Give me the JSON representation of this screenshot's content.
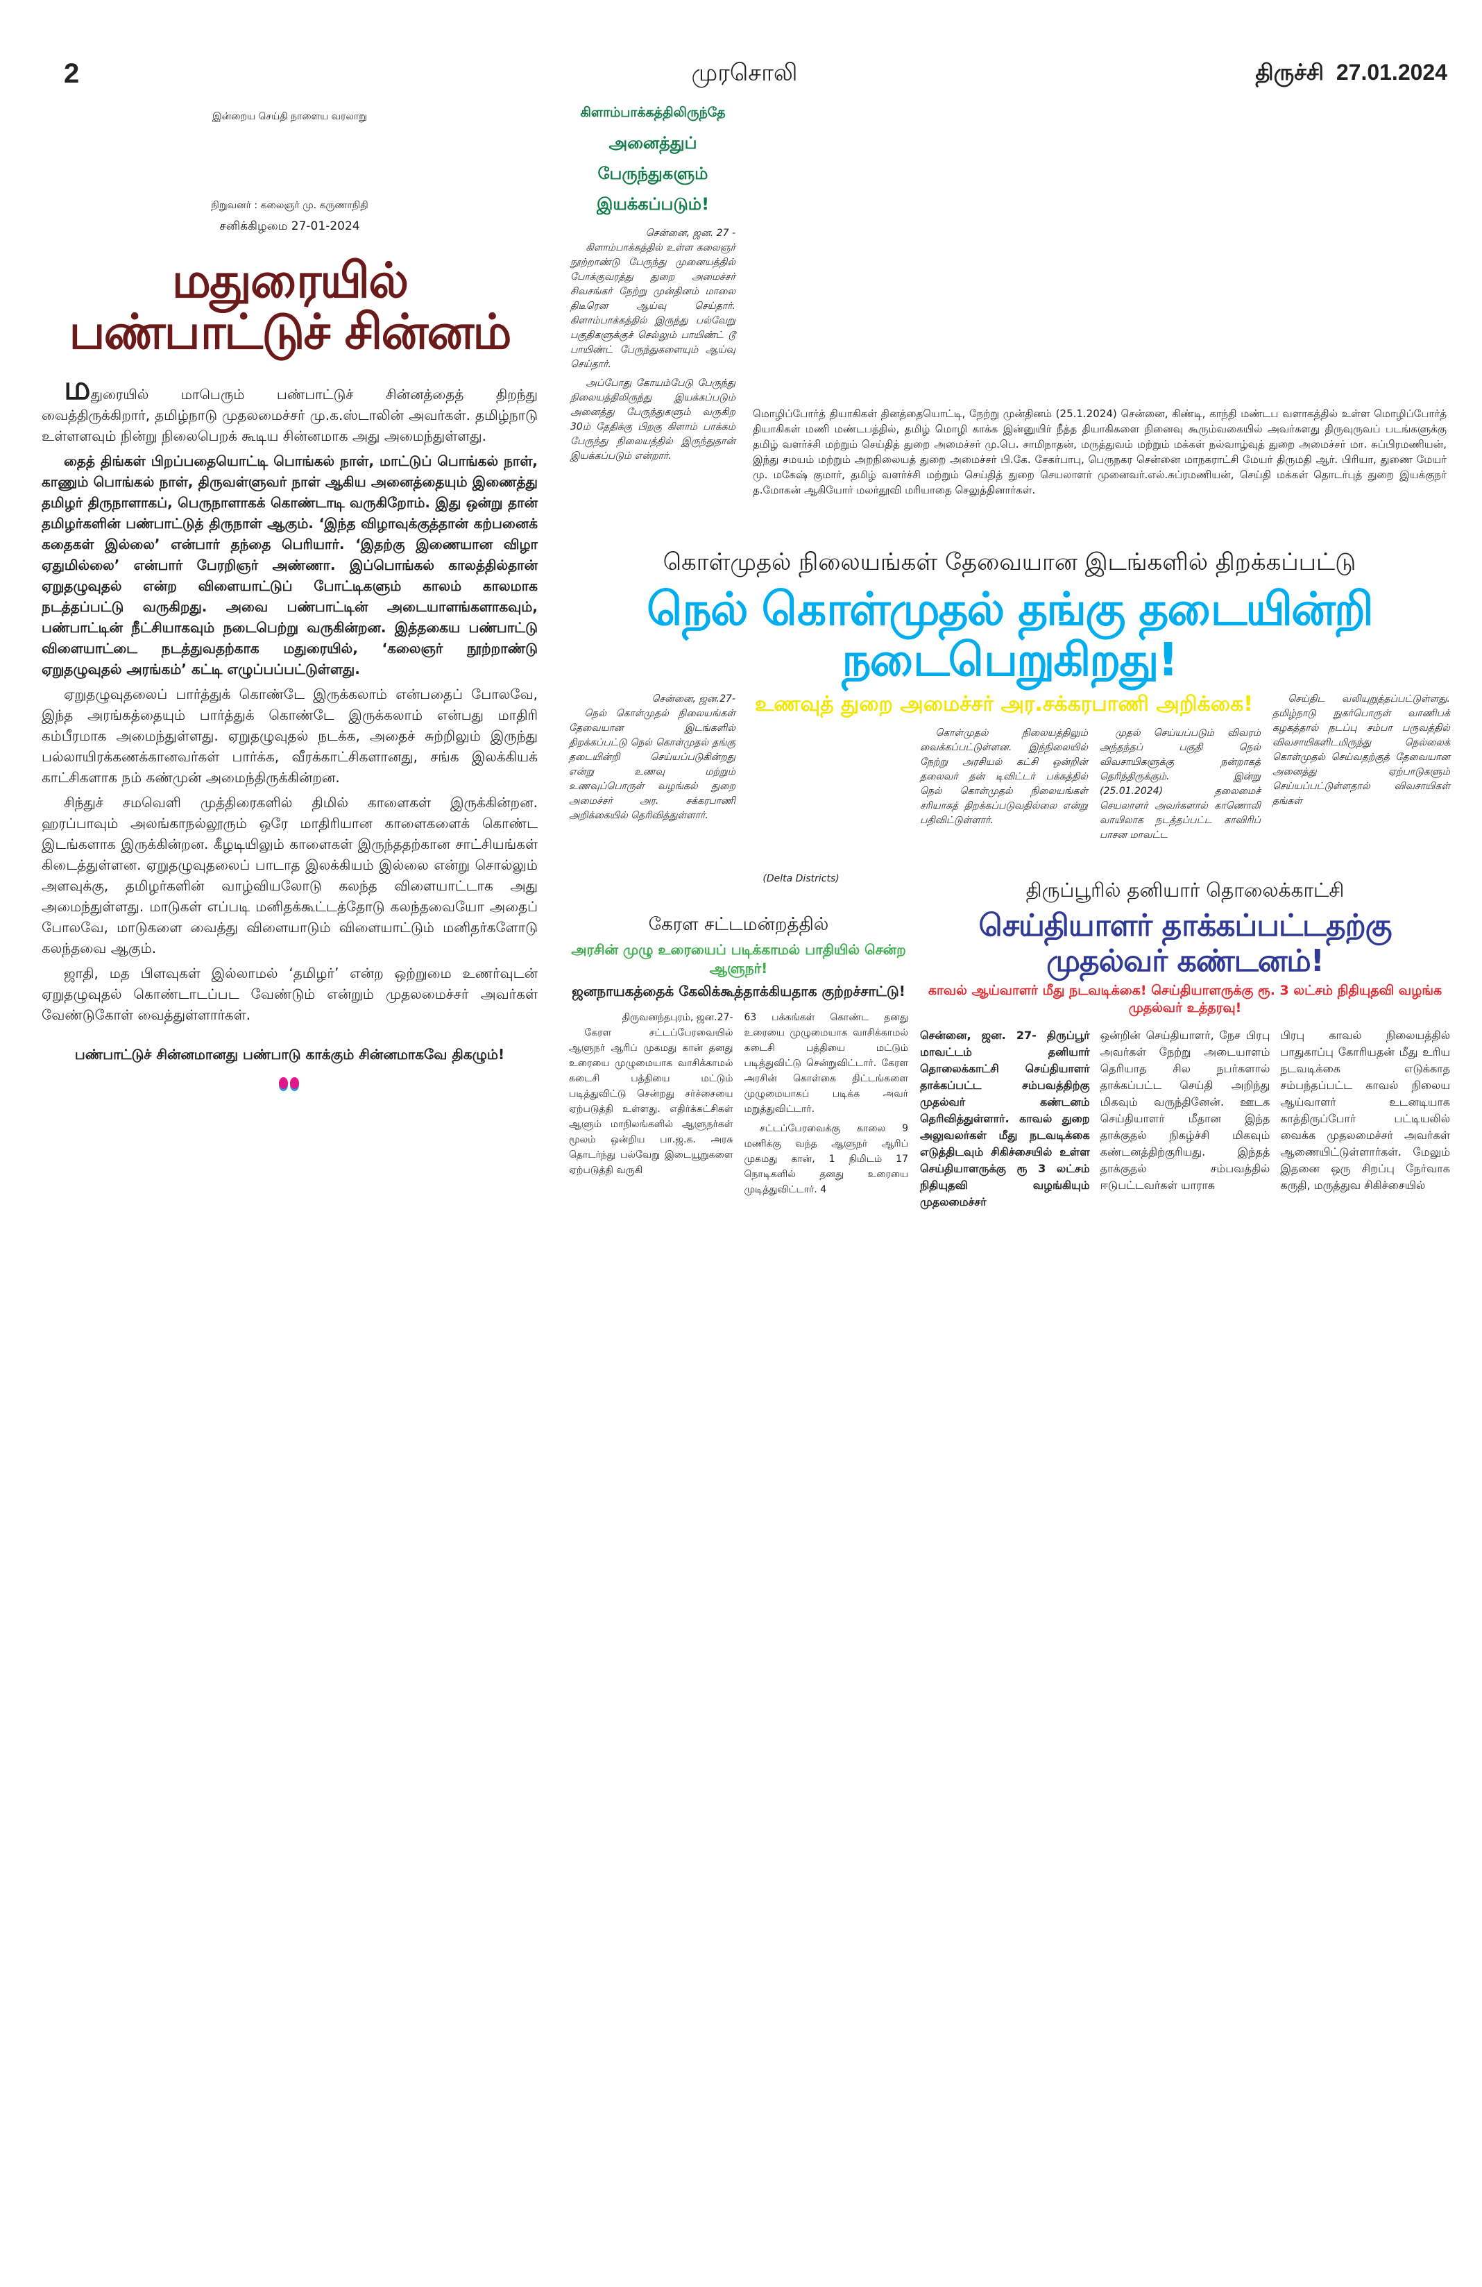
{
  "header": {
    "page_number": "2",
    "paper_name": "முரசொலி",
    "edition": "திருச்சி",
    "date": "27.01.2024"
  },
  "masthead": {
    "tagline": "இன்றைய செய்தி நாளைய வரலாறு",
    "founder": "நிறுவனர் : கலைஞர் மு. கருணாநிதி",
    "day_date": "சனிக்கிழமை 27-01-2024"
  },
  "editorial": {
    "title": "மதுரையில் பண்பாட்டுச் சின்னம்",
    "dropcap": "ம",
    "paragraphs": [
      {
        "text": "துரையில் மாபெரும் பண்பாட்டுச் சின்னத்தைத் திறந்து வைத்திருக்கிறார், தமிழ்நாடு முதலமைச்சர் மு.க.ஸ்டாலின் அவர்கள். தமிழ்நாடு உள்ளளவும் நின்று நிலைபெறக் கூடிய சின்னமாக அது அமைந்துள்ளது.",
        "bold": false
      },
      {
        "text": "தைத் திங்கள் பிறப்பதையொட்டி பொங்கல் நாள், மாட்டுப் பொங்கல் நாள், காணும் பொங்கல் நாள், திருவள்ளுவர் நாள் ஆகிய அனைத்தையும் இணைத்து தமிழர் திருநாளாகப், பெருநாளாகக் கொண்டாடி வருகிறோம். இது ஒன்று தான் தமிழர்களின் பண்பாட்டுத் திருநாள் ஆகும். ‘இந்த விழாவுக்குத்தான் கற்பனைக் கதைகள் இல்லை’ என்பார் தந்தை பெரியார். ‘இதற்கு இணையான விழா ஏதுமில்லை’ என்பார் பேரறிஞர் அண்ணா. இப்பொங்கல் காலத்தில்தான் ஏறுதழுவுதல் என்ற விளையாட்டுப் போட்டிகளும் காலம் காலமாக நடத்தப்பட்டு வருகிறது. அவை பண்பாட்டின் அடையாளங்களாகவும், பண்பாட்டின் நீட்சியாகவும் நடைபெற்று வருகின்றன. இத்தகைய பண்பாட்டு விளையாட்டை நடத்துவதற்காக மதுரையில், ‘கலைஞர் நூற்றாண்டு ஏறுதழுவுதல் அரங்கம்’ கட்டி எழுப்பப்பட்டுள்ளது.",
        "bold": true
      },
      {
        "text": "ஏறுதழுவுதலைப் பார்த்துக் கொண்டே இருக்கலாம் என்பதைப் போலவே, இந்த அரங்கத்தையும் பார்த்துக் கொண்டே இருக்கலாம் என்பது மாதிரி கம்பீரமாக அமைந்துள்ளது. ஏறுதழுவுதல் நடக்க, அதைச் சுற்றிலும் இருந்து பல்லாயிரக்கணக்கானவர்கள் பார்க்க, வீரக்காட்சிகளானது, சங்க இலக்கியக் காட்சிகளாக நம் கண்முன் அமைந்திருக்கின்றன.",
        "bold": false
      },
      {
        "text": "சிந்துச் சமவெளி முத்திரைகளில் திமில் காளைகள் இருக்கின்றன. ஹரப்பாவும் அலங்காநல்லூரும் ஒரே மாதிரியான காளைகளைக் கொண்ட இடங்களாக இருக்கின்றன. கீழடியிலும் காளைகள் இருந்ததற்கான சாட்சியங்கள் கிடைத்துள்ளன. ஏறுதழுவுதலைப் பாடாத இலக்கியம் இல்லை என்று சொல்லும் அளவுக்கு, தமிழர்களின் வாழ்வியலோடு கலந்த விளையாட்டாக அது அமைந்துள்ளது. மாடுகள் எப்படி மனிதக்கூட்டத்தோடு கலந்தவையோ அதைப் போலவே, மாடுகளை வைத்து விளையாடும் விளையாட்டும் மனிதர்களோடு கலந்தவை ஆகும்.",
        "bold": false
      },
      {
        "text": "ஜாதி, மத பிளவுகள் இல்லாமல் ‘தமிழர்’ என்ற ஒற்றுமை உணர்வுடன் ஏறுதழுவுதல் கொண்டாடப்பட வேண்டும் என்றும் முதலமைச்சர் அவர்கள் வேண்டுகோள் வைத்துள்ளார்கள்.",
        "bold": false
      }
    ],
    "closing": "பண்பாட்டுச் சின்னமானது பண்பாடு காக்கும் சின்னமாகவே திகழும்!"
  },
  "bus_story": {
    "headline": [
      "கிளாம்பாக்கத்திலிருந்தே",
      "அனைத்துப்",
      "பேருந்துகளும்",
      "இயக்கப்படும்!"
    ],
    "dateline": "சென்னை, ஜன. 27 -",
    "paragraphs": [
      "கிளாம்பாக்கத்தில் உள்ள கலைஞர் நூற்றாண்டு பேருந்து முனையத்தில் போக்குவரத்து துறை அமைச்சர் சிவசங்கர் நேற்று முன்தினம் மாலை திடீரென ஆய்வு செய்தார். கிளாம்பாக்கத்தில் இருந்து பல்வேறு பகுதிகளுக்குச் செல்லும் பாயிண்ட் டூ பாயிண்ட் பேருந்துகளையும் ஆய்வு செய்தார்.",
      "அப்போது கோயம்பேடு பேருந்து நிலையத்திலிருந்து இயக்கப்படும் அனைத்து பேருந்துகளும் வருகிற 30ம் தேதிக்கு பிறகு கிளாம் பாக்கம் பேருந்து நிலையத்தில் இருந்துதான் இயக்கப்படும் என்றார்."
    ]
  },
  "photo_caption": "மொழிப்போர்த் தியாகிகள் தினத்தையொட்டி, நேற்று முன்தினம் (25.1.2024) சென்னை, கிண்டி, காந்தி மண்டப வளாகத்தில் உள்ள மொழிப்போர்த் தியாகிகள் மணி மண்டபத்தில், தமிழ் மொழி காக்க இன்னுயிர் நீத்த தியாகிகளை நினைவு கூரும்வகையில் அவர்களது திருவுருவப் படங்களுக்கு தமிழ் வளர்ச்சி மற்றும் செய்தித் துறை அமைச்சர் மு.பெ. சாமிநாதன், மருத்துவம் மற்றும் மக்கள் நல்வாழ்வுத் துறை அமைச்சர் மா. சுப்பிரமணியன், இந்து சமயம் மற்றும் அறநிலையத் துறை அமைச்சர் பி.கே. சேகர்பாபு, பெருநகர சென்னை மாநகராட்சி மேயர் திருமதி ஆர். பிரியா, துணை மேயர் மு. மகேஷ் குமார், தமிழ் வளர்ச்சி மற்றும் செய்தித் துறை செயலாளர் முனைவர்.எல்.சுப்ரமணியன், செய்தி மக்கள் தொடர்புத் துறை இயக்குநர் த.மோகன் ஆகியோர் மலர்தூவி மரியாதை செலுத்தினார்கள்.",
  "paddy_story": {
    "kicker": "கொள்முதல் நிலையங்கள் தேவையான இடங்களில் திறக்கப்பட்டு",
    "headline": "நெல் கொள்முதல் தங்கு தடையின்றி நடைபெறுகிறது!",
    "subhead": "உணவுத் துறை அமைச்சர் அர.சக்கரபாணி அறிக்கை!",
    "dateline": "சென்னை, ஜன.27-",
    "columns": [
      "நெல் கொள்முதல் நிலையங்கள் தேவையான இடங்களில் திறக்கப்பட்டு நெல் கொள்முதல் தங்கு தடையின்றி செய்யப்படுகின்றது என்று உணவு மற்றும் உணவுப்பொருள் வழங்கல் துறை அமைச்சர் அர. சக்கரபாணி அறிக்கையில் தெரிவித்துள்ளார்.",
      "(Delta Districts)",
      "கொள்முதல் நிலையத்திலும் வைக்கப்பட்டுள்ளன. இந்நிலையில் நேற்று அரசியல் கட்சி ஒன்றின் தலைவர் தன் டிவிட்டர் பக்கத்தில் நெல் கொள்முதல் நிலையங்கள் சரியாகத் திறக்கப்படுவதில்லை என்று பதிவிட்டுள்ளார்.",
      "முதல் செய்யப்படும் விவரம் அந்தந்தப் பகுதி நெல் விவசாயிகளுக்கு நன்றாகத் தெரிந்திருக்கும். இன்று (25.01.2024) தலைமைச் செயலாளர் அவர்களால் காணொலி வாயிலாக நடத்தப்பட்ட காவிரிப் பாசன மாவட்ட",
      "செய்திட வலியுறுத்தப்பட்டுள்ளது. தமிழ்நாடு நுகர்பொருள் வாணிபக் கழகத்தால் நடப்பு சம்பா பருவத்தில் விவசாயிகளிடமிருந்து நெல்லைக் கொள்முதல் செய்வதற்குத் தேவையான அனைத்து ஏற்பாடுகளும் செய்யப்பட்டுள்ளதால் விவசாயிகள் தங்கள்"
    ]
  },
  "tiruppur_story": {
    "kicker": "திருப்பூரில் தனியார் தொலைக்காட்சி",
    "headline": "செய்தியாளர் தாக்கப்பட்டதற்கு முதல்வர் கண்டனம்!",
    "subhead": "காவல் ஆய்வாளர் மீது நடவடிக்கை! செய்தியாளருக்கு ரூ. 3 லட்சம் நிதியுதவி வழங்க முதல்வர் உத்தரவு!",
    "columns": [
      "சென்னை, ஜன. 27- திருப்பூர் மாவட்டம் தனியார் தொலைக்காட்சி செய்தியாளர் தாக்கப்பட்ட சம்பவத்திற்கு முதல்வர் கண்டனம் தெரிவித்துள்ளார். காவல் துறை அலுவலர்கள் மீது நடவடிக்கை எடுத்திடவும் சிகிச்சையில் உள்ள செய்தியாளருக்கு ரூ 3 லட்சம் நிதியுதவி வழங்கியும் முதலமைச்சர்",
      "ஒன்றின் செய்தியாளர், நேச பிரபு அவர்கள் நேற்று அடையாளம் தெரியாத சில நபர்களால் தாக்கப்பட்ட செய்தி அறிந்து மிகவும் வருந்தினேன். ஊடக செய்தியாளர் மீதான இந்த தாக்குதல் நிகழ்ச்சி மிகவும் கண்டனத்திற்குரியது. இந்தத் தாக்குதல் சம்பவத்தில் ஈடுபட்டவர்கள் யாராக",
      "பிரபு காவல் நிலையத்தில் பாதுகாப்பு கோரியதன் மீது உரிய நடவடிக்கை எடுக்காத சம்பந்தப்பட்ட காவல் நிலைய ஆய்வாளர் உடனடியாக காத்திருப்போர் பட்டியலில் வைக்க முதலமைச்சர் அவர்கள் ஆணையிட்டுள்ளார்கள். மேலும் இதனை ஒரு சிறப்பு நேர்வாக கருதி, மருத்துவ சிகிச்சையில்"
    ]
  },
  "kerala_story": {
    "kicker": "கேரள சட்டமன்றத்தில்",
    "headline": "அரசின் முழு உரையைப் படிக்காமல் பாதியில் சென்ற ஆளுநர்!",
    "subhead": "ஜனநாயகத்தைக் கேலிக்கூத்தாக்கியதாக குற்றச்சாட்டு!",
    "dateline": "திருவனந்தபுரம், ஜன.27-",
    "columns": [
      "கேரள சட்டப்பேரவையில் ஆளுநர் ஆரிப் முகமது கான் தனது உரையை முழுமையாக வாசிக்காமல் கடைசி பத்தியை மட்டும் படித்துவிட்டு சென்றது சர்ச்சையை ஏற்படுத்தி உள்ளது. எதிர்க்கட்சிகள் ஆளும் மாநிலங்களில் ஆளுநர்கள் மூலம் ஒன்றிய பா.ஜ.க. அரசு தொடர்ந்து பல்வேறு இடையூறுகளை ஏற்படுத்தி வருகி",
      "63 பக்கங்கள் கொண்ட தனது உரையை முழுமையாக வாசிக்காமல் கடைசி பத்தியை மட்டும் படித்துவிட்டு சென்றுவிட்டார். கேரள அரசின் கொள்கை திட்டங்களை முழுமையாகப் படிக்க அவர் மறுத்துவிட்டார்.",
      "சட்டப்பேரவைக்கு காலை 9 மணிக்கு வந்த ஆளுநர் ஆரிப் முகமது கான், 1 நிமிடம் 17 நொடிகளில் தனது உரையை முடித்துவிட்டார். 4"
    ]
  },
  "colors": {
    "editorial_title": "#6b1a1a",
    "green_head": "#0f7a47",
    "paddy_head": "#00aeef",
    "paddy_sub": "#f5e600",
    "tiruppur_head": "#2e3a95",
    "tiruppur_sub": "#e3262b",
    "kerala_green": "#3aad4a"
  }
}
